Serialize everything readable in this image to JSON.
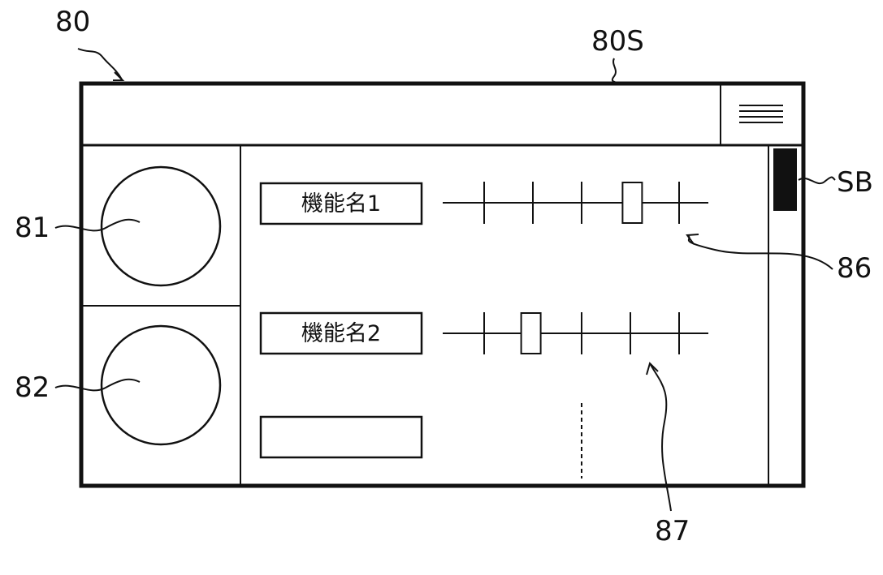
{
  "refs": {
    "device": "80",
    "screen": "80S",
    "button_1": "81",
    "button_2": "82",
    "scrollbar": "SB",
    "slider_1": "86",
    "slider_2": "87"
  },
  "functions": [
    {
      "name": "機能名1",
      "slider_level": 0.76
    },
    {
      "name": "機能名2",
      "slider_level": 0.24
    },
    {
      "name": ""
    }
  ],
  "icons": {
    "menu": "hamburger-menu-icon",
    "button_1": "circle-icon",
    "button_2": "circle-icon"
  },
  "colors": {
    "line": "#111111",
    "background": "#ffffff",
    "scroll_thumb": "#111111"
  }
}
